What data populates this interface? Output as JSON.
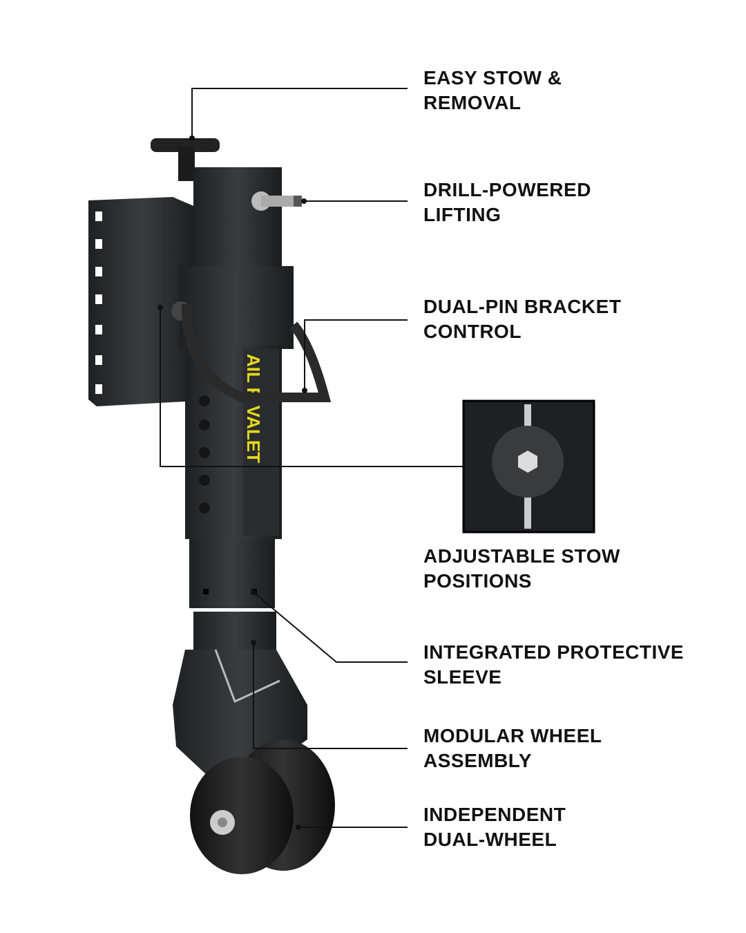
{
  "product": {
    "logo_text": "TRAILER VALET",
    "colors": {
      "body": "#2b2d2f",
      "accent": "#e8d81c",
      "line": "#111111"
    }
  },
  "callouts": [
    {
      "line1": "EASY STOW &",
      "line2": "REMOVAL"
    },
    {
      "line1": "DRILL-POWERED",
      "line2": "LIFTING"
    },
    {
      "line1": "DUAL-PIN BRACKET",
      "line2": "CONTROL"
    },
    {
      "line1": "ADJUSTABLE STOW",
      "line2": "POSITIONS"
    },
    {
      "line1": "INTEGRATED PROTECTIVE",
      "line2": "SLEEVE"
    },
    {
      "line1": "MODULAR WHEEL",
      "line2": "ASSEMBLY"
    },
    {
      "line1": "INDEPENDENT",
      "line2": "DUAL-WHEEL"
    }
  ]
}
